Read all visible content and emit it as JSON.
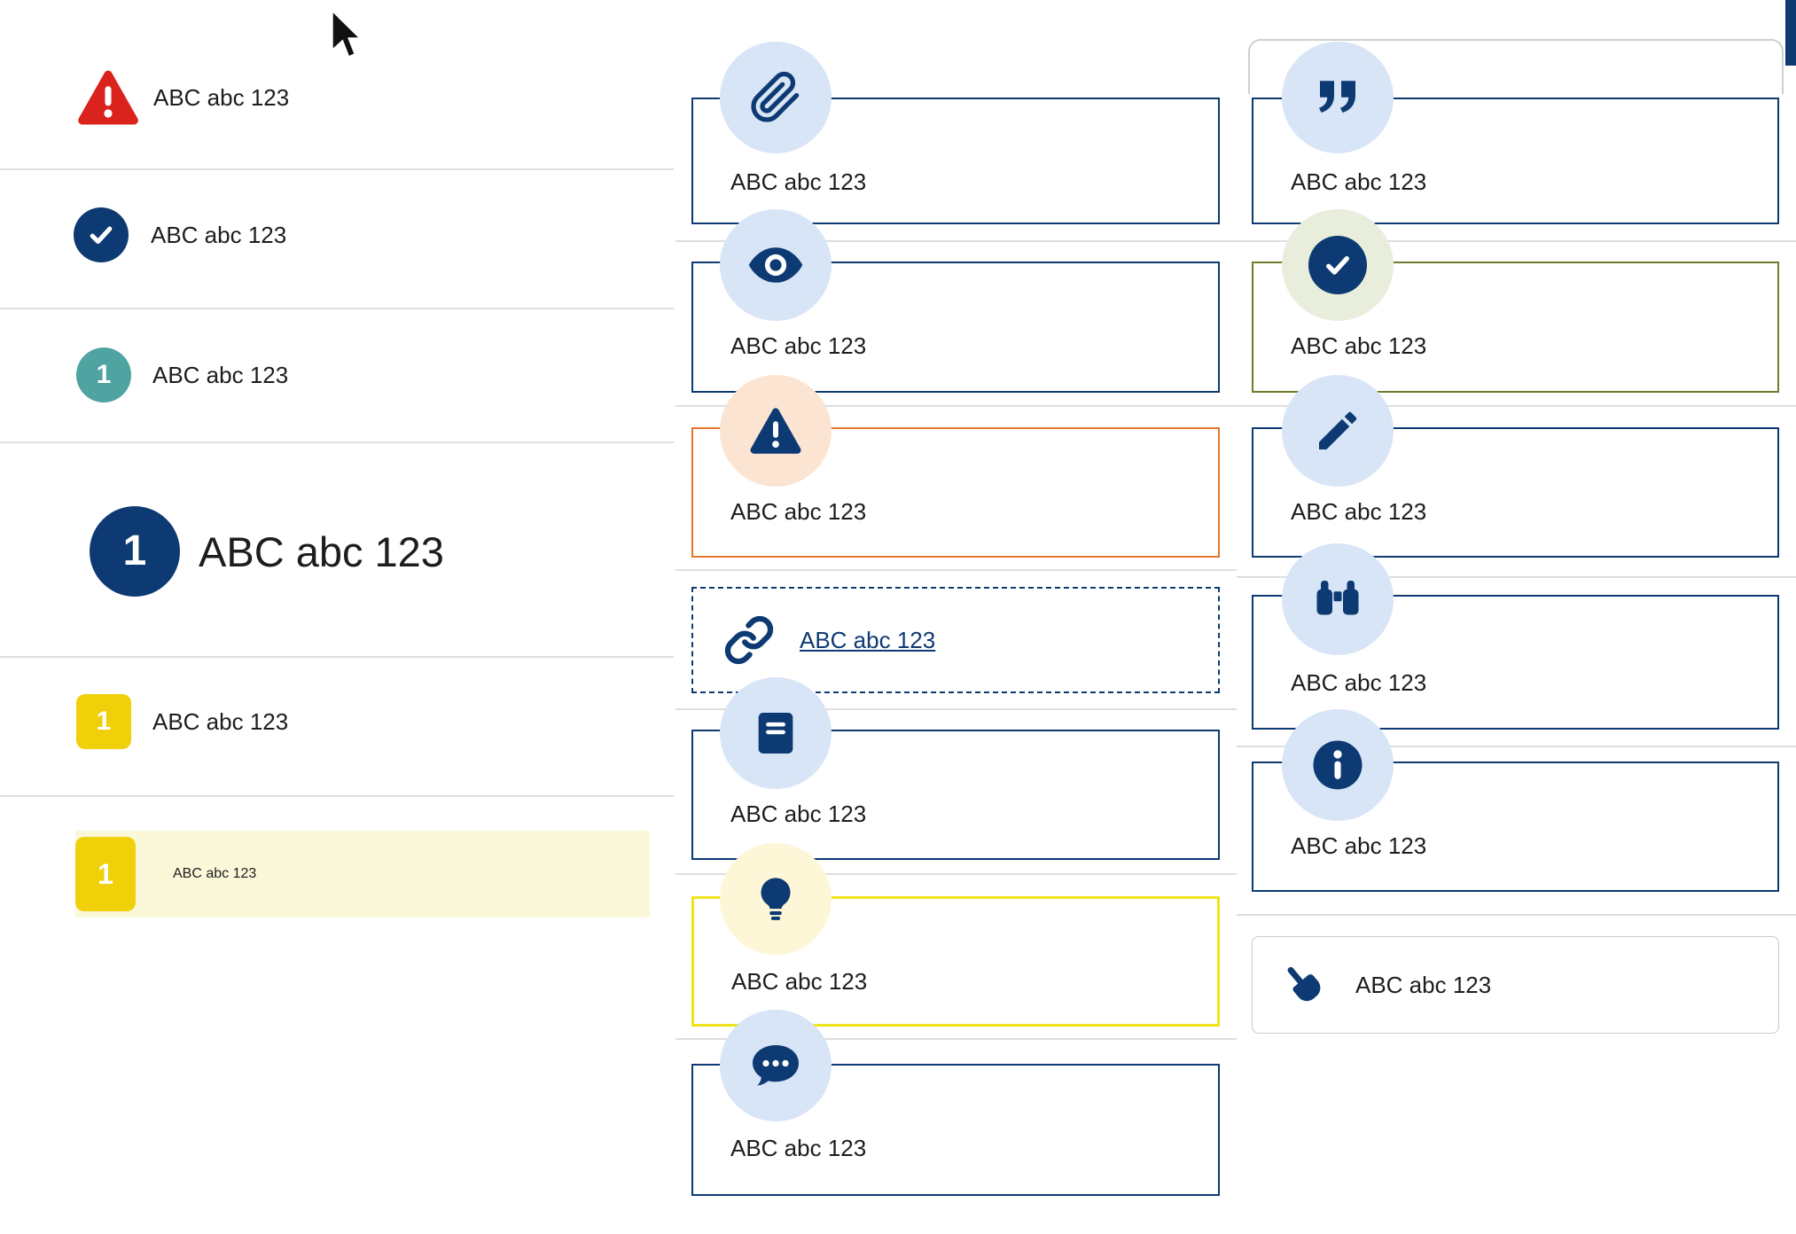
{
  "palette": {
    "navy": "#0d3a73",
    "red": "#d9231c",
    "teal": "#4fa3a0",
    "yellow": "#f0d009",
    "yellow_border": "#efe41c",
    "highlight_bg": "#fbf7d9",
    "orange": "#e8762a",
    "olive": "#6f7c2a",
    "icon_bg_blue": "#d8e5f6",
    "icon_bg_peach": "#fbe5d2",
    "icon_bg_green": "#e8eedb",
    "icon_bg_pale_yellow": "#fdf7d8",
    "gray_border": "#c9c9c9",
    "divider": "#dedede",
    "text": "#1d1d1d"
  },
  "left_list": {
    "items": [
      {
        "icon": "alert-triangle-icon",
        "label": "ABC abc 123"
      },
      {
        "icon": "check-circle-icon",
        "label": "ABC abc 123"
      },
      {
        "icon": "number-badge-teal",
        "number": "1",
        "label": "ABC abc 123"
      },
      {
        "icon": "number-badge-navy-large",
        "number": "1",
        "label": "ABC abc 123"
      },
      {
        "icon": "number-badge-yellow",
        "number": "1",
        "label": "ABC abc 123"
      },
      {
        "icon": "number-badge-yellow-highlighted",
        "number": "1",
        "label": "ABC abc 123"
      }
    ]
  },
  "middle_callouts": [
    {
      "icon": "paperclip-icon",
      "style": "navy",
      "label": "ABC abc 123"
    },
    {
      "icon": "eye-icon",
      "style": "navy",
      "label": "ABC abc 123"
    },
    {
      "icon": "warning-icon",
      "style": "orange",
      "label": "ABC abc 123"
    },
    {
      "icon": "link-icon",
      "style": "dashed-link",
      "label": "ABC abc 123"
    },
    {
      "icon": "book-icon",
      "style": "navy",
      "label": "ABC abc 123"
    },
    {
      "icon": "lightbulb-icon",
      "style": "yellow",
      "label": "ABC abc 123"
    },
    {
      "icon": "chat-icon",
      "style": "navy",
      "label": "ABC abc 123"
    }
  ],
  "right_callouts": [
    {
      "icon": "quote-icon",
      "style": "navy",
      "label": "ABC abc 123"
    },
    {
      "icon": "check-icon",
      "style": "olive",
      "label": "ABC abc 123"
    },
    {
      "icon": "pencil-icon",
      "style": "navy",
      "label": "ABC abc 123"
    },
    {
      "icon": "binoculars-icon",
      "style": "navy",
      "label": "ABC abc 123"
    },
    {
      "icon": "info-icon",
      "style": "navy",
      "label": "ABC abc 123"
    },
    {
      "icon": "hand-pointer-icon",
      "style": "gray-card",
      "label": "ABC abc 123"
    }
  ]
}
